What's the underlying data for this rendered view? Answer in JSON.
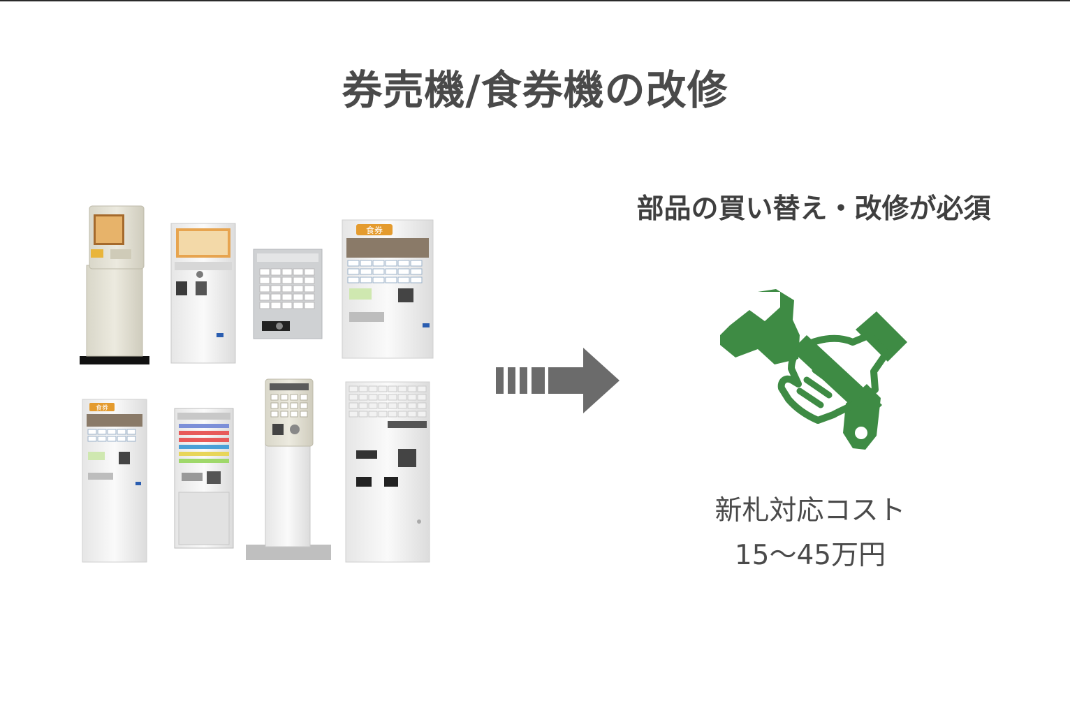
{
  "slide": {
    "title": "券売機/食券機の改修",
    "subtitle": "部品の買い替え・改修が必須",
    "cost_line1": "新札対応コスト",
    "cost_line2": "15〜45万円"
  },
  "machine_labels": {
    "m4": "食券",
    "m5": "食券"
  },
  "icons": {
    "arrow": "right-arrow-icon",
    "tool": "wrench-hand-icon"
  },
  "colors": {
    "accent_green": "#3e8b44",
    "arrow_gray": "#6b6b6b",
    "text_gray": "#4a4a4a"
  }
}
